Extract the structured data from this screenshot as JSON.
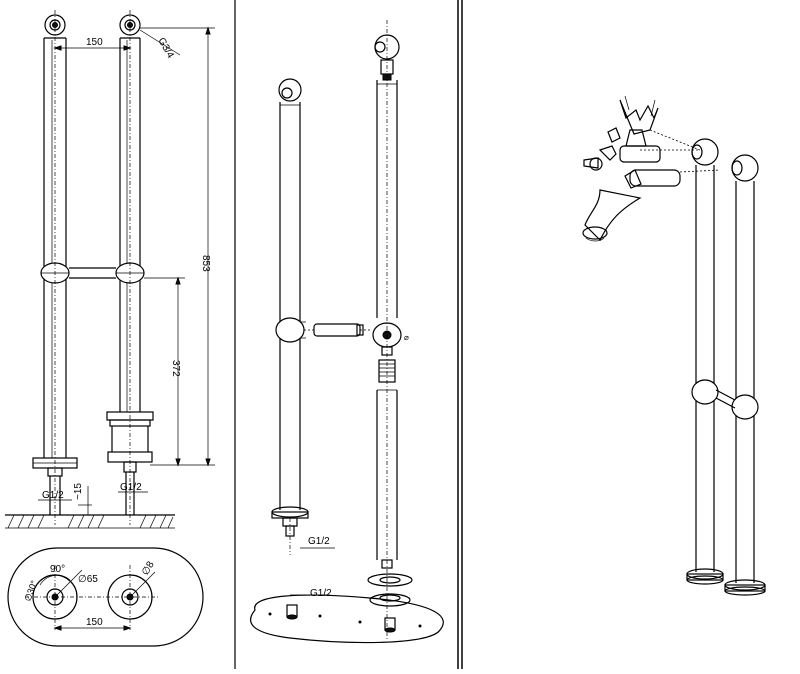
{
  "dimensions": {
    "spacing_top": "150",
    "thread_top": "G3/4",
    "height_total": "853",
    "height_bar": "372",
    "thread_left": "G1/2",
    "thread_right": "G1/2",
    "depth": "~15",
    "angle_90": "90°",
    "angle_30": "∅30°",
    "diam_65": "∅65",
    "diam_8": "∅8",
    "spacing_bottom": "150"
  },
  "exploded": {
    "thread_1": "G1/2",
    "thread_2": "G1/2"
  },
  "colors": {
    "line": "#000000",
    "background": "#ffffff"
  }
}
